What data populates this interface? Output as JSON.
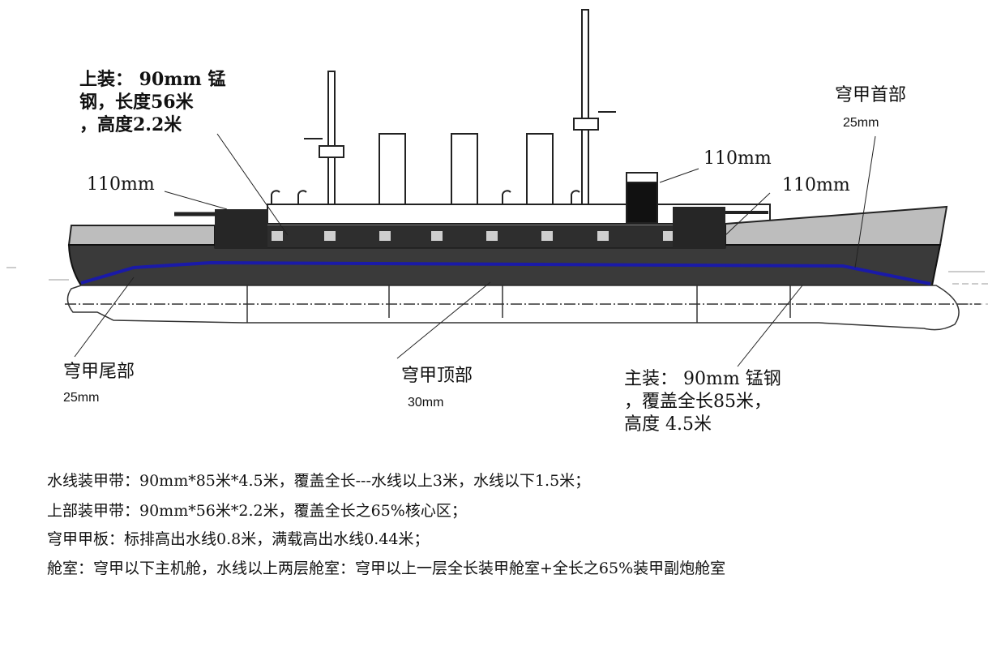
{
  "labels": {
    "upper_belt": [
      "上装： 90mm 锰",
      "钢，长度56米",
      "，高度2.2米"
    ],
    "casemate_left": "110mm",
    "casemate_mid": "110mm",
    "casemate_right": "110mm",
    "bow_deck": {
      "title": "穹甲首部",
      "value": "25mm"
    },
    "stern_deck": {
      "title": "穹甲尾部",
      "value": "25mm"
    },
    "top_deck": {
      "title": "穹甲顶部",
      "value": "30mm"
    },
    "main_belt": [
      "主装： 90mm 锰钢",
      "，覆盖全长85米，",
      "高度 4.5米"
    ]
  },
  "notes": [
    "水线装甲带：90mm*85米*4.5米，覆盖全长---水线以上3米，水线以下1.5米；",
    "上部装甲带：90mm*56米*2.2米，覆盖全长之65%核心区；",
    "穹甲甲板：标排高出水线0.8米，满载高出水线0.44米；",
    "舱室：穹甲以下主机舱，水线以上两层舱室：穹甲以上一层全长装甲舱室+全长之65%装甲副炮舱室"
  ],
  "colors": {
    "armor_deck_line": "#1a1aa8",
    "hull": "#3a3a3a",
    "deck": "#bdbdbd"
  }
}
